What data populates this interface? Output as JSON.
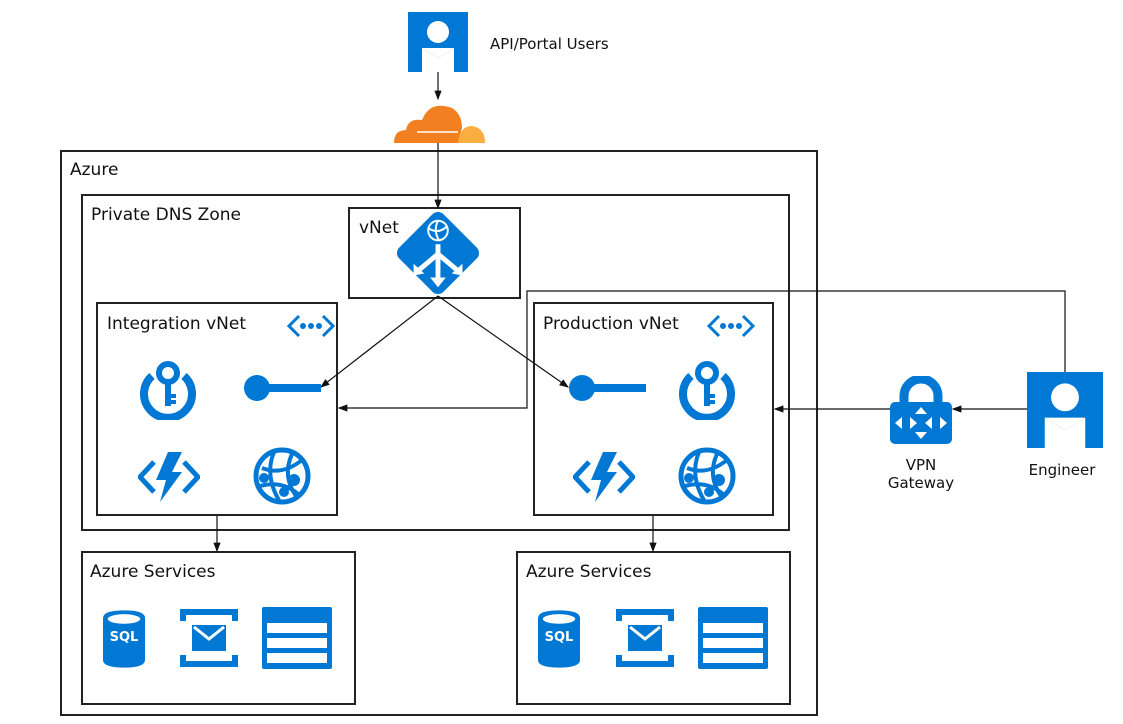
{
  "users": {
    "label": "API/Portal Users",
    "icon": "user-icon"
  },
  "cdn": {
    "icon": "cloudflare-cloud-icon"
  },
  "azure": {
    "label": "Azure"
  },
  "dns_zone": {
    "label": "Private DNS Zone"
  },
  "hub_vnet": {
    "label": "vNet",
    "icon": "application-gateway-icon"
  },
  "integration_vnet": {
    "label": "Integration vNet",
    "icons": [
      "vnet-icon",
      "key-vault-icon",
      "private-endpoint-icon",
      "function-app-icon",
      "app-service-icon"
    ]
  },
  "production_vnet": {
    "label": "Production vNet",
    "icons": [
      "vnet-icon",
      "private-endpoint-icon",
      "key-vault-icon",
      "function-app-icon",
      "app-service-icon"
    ]
  },
  "services_left": {
    "label": "Azure Services",
    "icons": [
      "sql-database-icon",
      "service-bus-icon",
      "storage-table-icon"
    ],
    "sql_text": "SQL"
  },
  "services_right": {
    "label": "Azure Services",
    "icons": [
      "sql-database-icon",
      "service-bus-icon",
      "storage-table-icon"
    ],
    "sql_text": "SQL"
  },
  "vpn": {
    "label_line1": "VPN",
    "label_line2": "Gateway",
    "icon": "vpn-gateway-icon"
  },
  "engineer": {
    "label": "Engineer",
    "icon": "user-icon"
  },
  "colors": {
    "azure_blue": "#0078d4",
    "cloud_orange": "#f38020",
    "cloud_light": "#faae40",
    "line": "#111111"
  }
}
